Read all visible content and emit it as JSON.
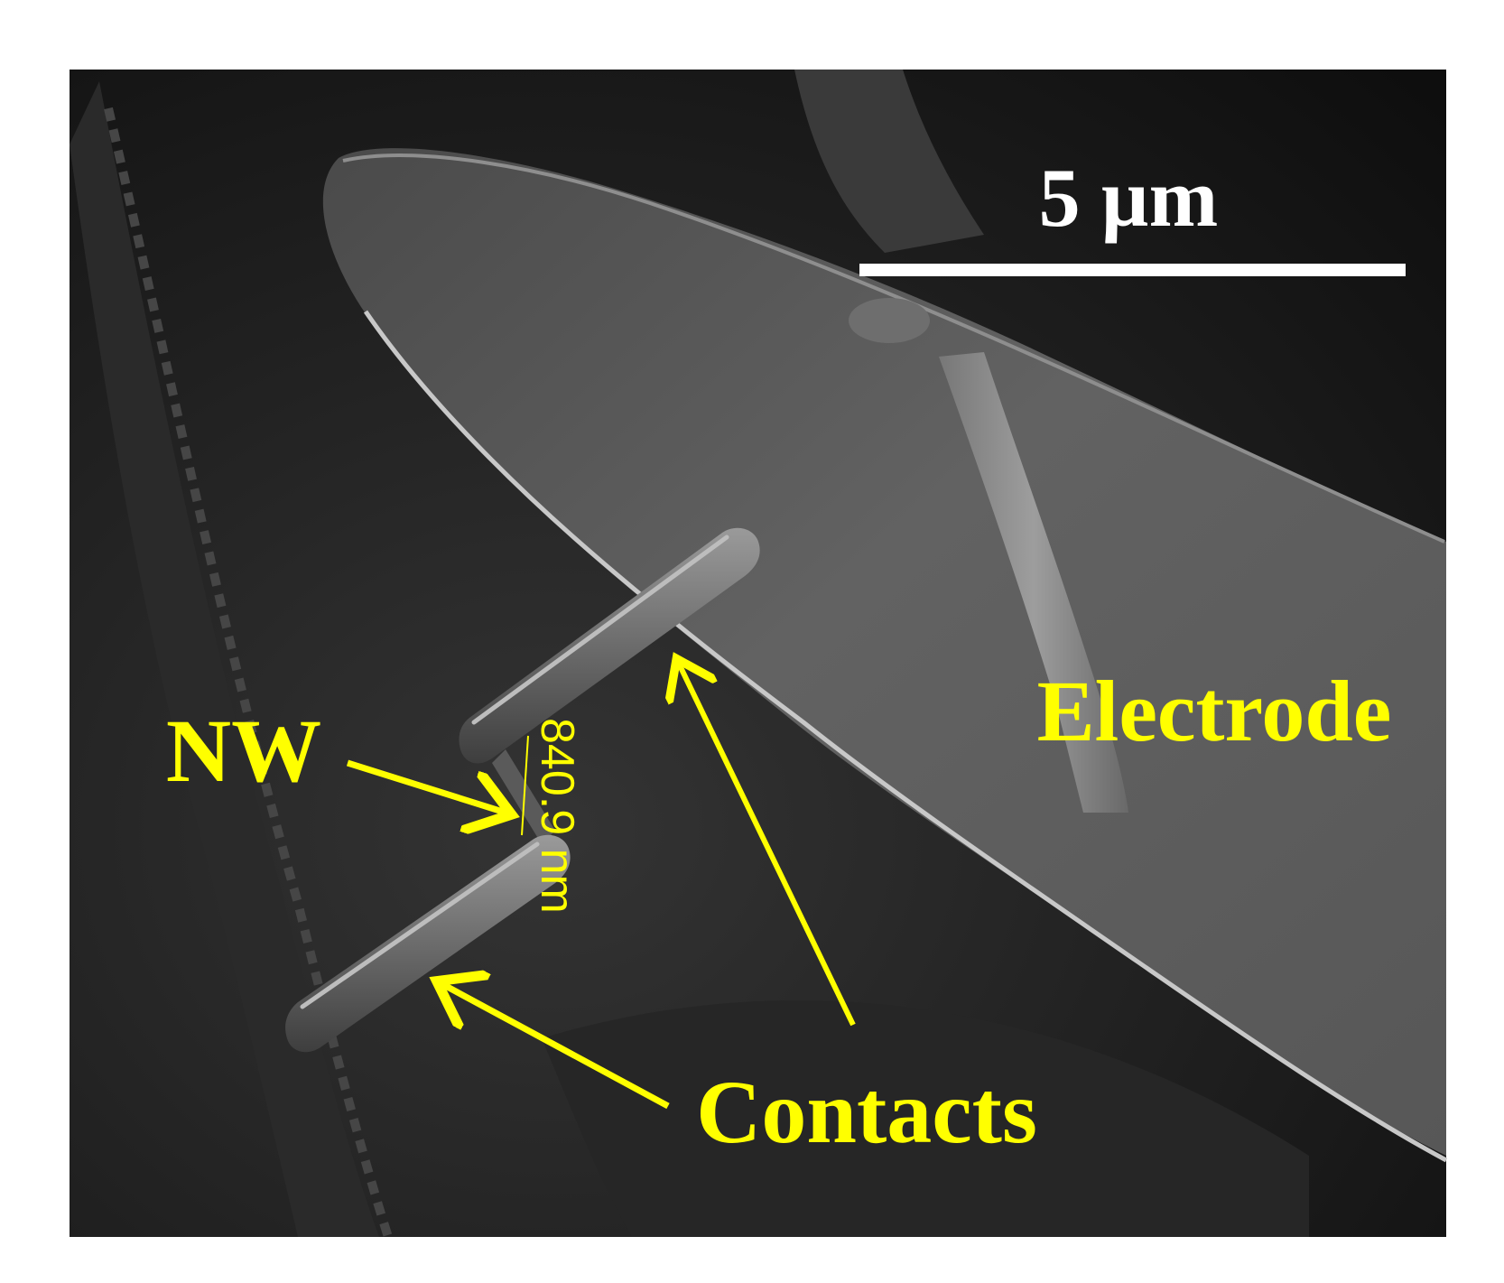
{
  "scale_bar": {
    "label": "5 µm",
    "color": "#ffffff"
  },
  "labels": {
    "electrode": "Electrode",
    "nanowire": "NW",
    "contacts": "Contacts",
    "measurement": "840.9 nm"
  },
  "colors": {
    "annotation": "#ffff00",
    "sem_background": "#1e1e1e",
    "electrode_surface": "#565656"
  }
}
